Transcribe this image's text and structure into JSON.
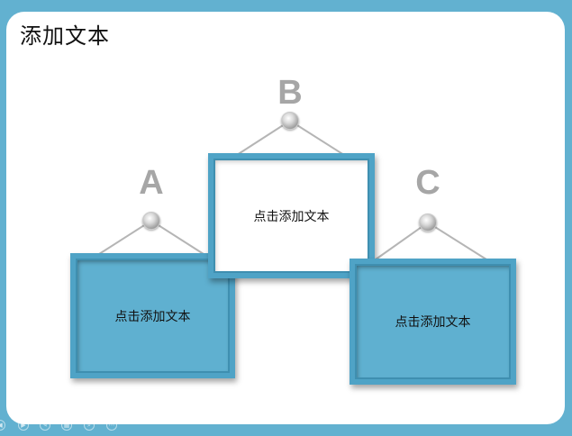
{
  "slide": {
    "title": "添加文本"
  },
  "cards": [
    {
      "letter": "A",
      "text": "点击添加文本",
      "style": "blue"
    },
    {
      "letter": "B",
      "text": "点击添加文本",
      "style": "white"
    },
    {
      "letter": "C",
      "text": "点击添加文本",
      "style": "blue"
    }
  ],
  "controls": [
    {
      "icon": "previous-icon"
    },
    {
      "icon": "next-icon"
    },
    {
      "icon": "pen-icon"
    },
    {
      "icon": "slides-icon"
    },
    {
      "icon": "zoom-icon"
    },
    {
      "icon": "more-icon"
    }
  ],
  "colors": {
    "background": "#62b1d0",
    "frame": "#4fa3c6",
    "frame_fill": "#5fb0d0",
    "letter": "#a6a6a6"
  }
}
